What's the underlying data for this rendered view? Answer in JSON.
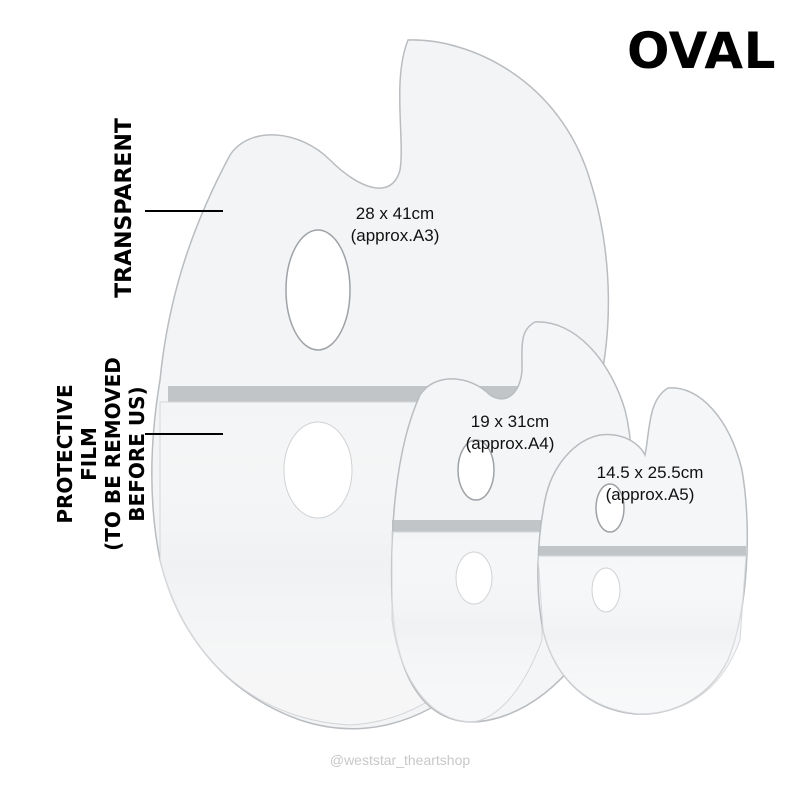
{
  "heading": "OVAL",
  "labels": {
    "transparent": "TRANSPARENT",
    "protective_film": "PROTECTIVE\nFILM\n(TO BE REMOVED\nBEFORE US)"
  },
  "palettes": [
    {
      "id": "large",
      "size": "28 x 41cm",
      "approx": "(approx.A3)"
    },
    {
      "id": "medium",
      "size": "19 x 31cm",
      "approx": "(approx.A4)"
    },
    {
      "id": "small",
      "size": "14.5 x 25.5cm",
      "approx": "(approx.A5)"
    }
  ],
  "watermark": "@weststar_theartshop",
  "colors": {
    "outline": "#b9bcc0",
    "fill": "#f2f3f4",
    "film_band": "#b7babe",
    "text": "#000000"
  }
}
